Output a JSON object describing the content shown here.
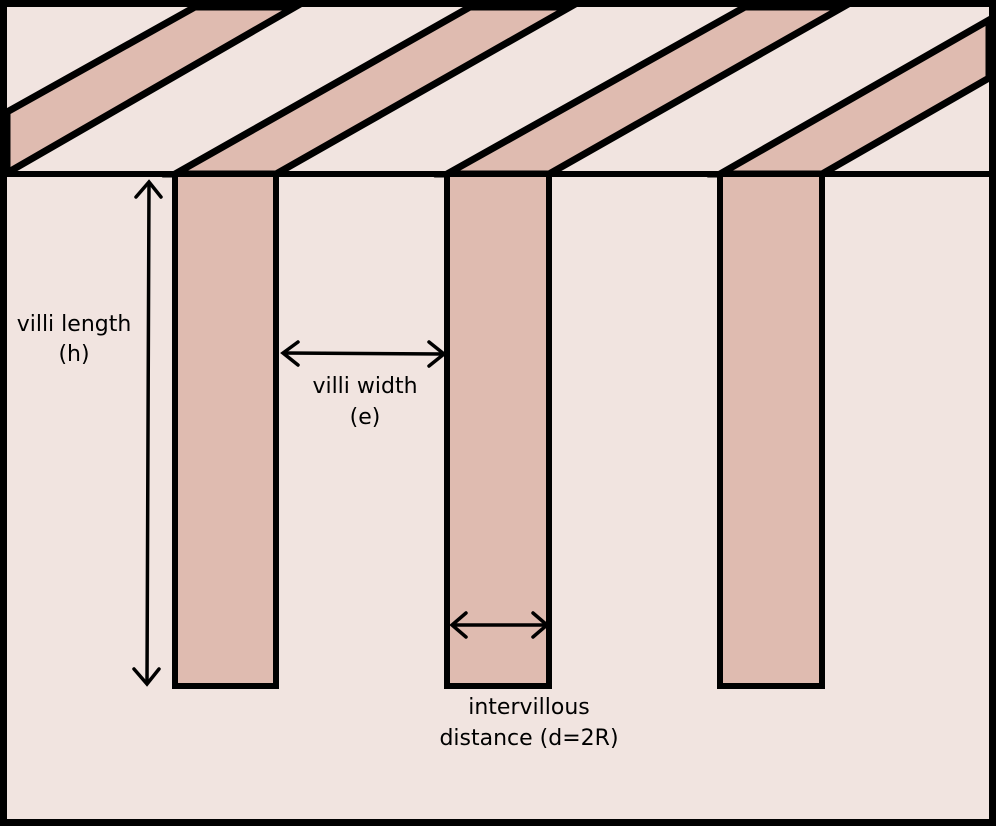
{
  "labels": {
    "villi_length": {
      "line1": "villi length",
      "line2": "(h)"
    },
    "villi_width": {
      "line1": "villi width",
      "line2": "(e)"
    },
    "intervillous_distance": {
      "line1": "intervillous",
      "line2": "distance (d=2R)"
    }
  },
  "colors": {
    "background": "#f1e4e0",
    "villus_fill": "#dfbbb0",
    "outline": "#000000"
  }
}
